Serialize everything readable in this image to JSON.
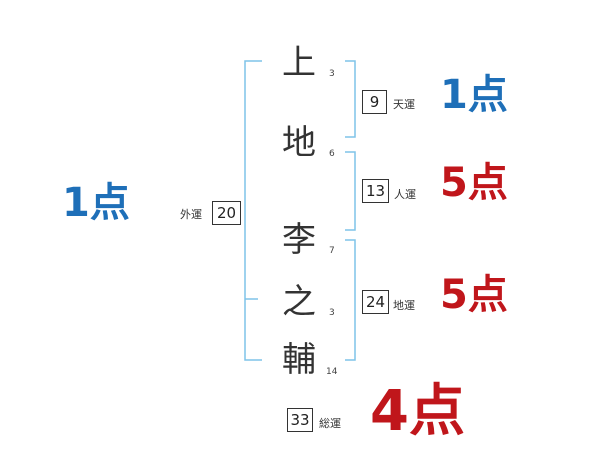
{
  "colors": {
    "bracket": "#7fc3e8",
    "good": "#1e6fb8",
    "bad": "#c0161b"
  },
  "characters": [
    {
      "char": "上",
      "strokes": "3"
    },
    {
      "char": "地",
      "strokes": "6"
    },
    {
      "char": "李",
      "strokes": "7"
    },
    {
      "char": "之",
      "strokes": "3"
    },
    {
      "char": "輔",
      "strokes": "14"
    }
  ],
  "fortunes": {
    "ten": {
      "value": "9",
      "label": "天運",
      "score": "1点"
    },
    "jin": {
      "value": "13",
      "label": "人運",
      "score": "5点"
    },
    "chi": {
      "value": "24",
      "label": "地運",
      "score": "5点"
    },
    "gai": {
      "value": "20",
      "label": "外運",
      "score": "1点"
    },
    "so": {
      "value": "33",
      "label": "総運",
      "score": "4点"
    }
  }
}
